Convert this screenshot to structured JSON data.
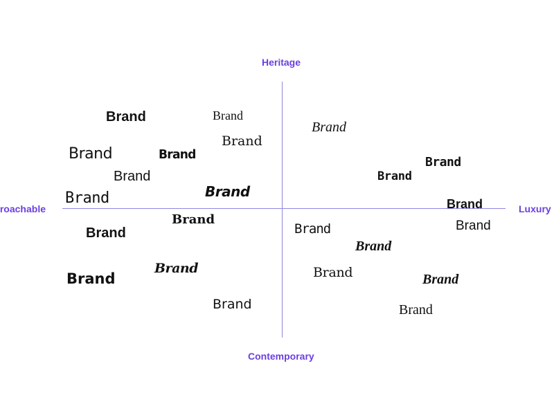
{
  "axes": {
    "top_label": "Heritage",
    "bottom_label": "Contemporary",
    "left_label": "Approachable",
    "right_label": "Luxury",
    "color": "#6b3fe0"
  },
  "brands": [
    "Brand",
    "Brand",
    "Brand",
    "Brand",
    "Brand",
    "Brand",
    "Brand",
    "Brand",
    "Brand",
    "Brand",
    "Brand",
    "Brand",
    "Brand",
    "Brand",
    "Brand",
    "Brand",
    "Brand",
    "Brand",
    "Brand",
    "Brand",
    "Brand",
    "Brand",
    "Brand"
  ]
}
